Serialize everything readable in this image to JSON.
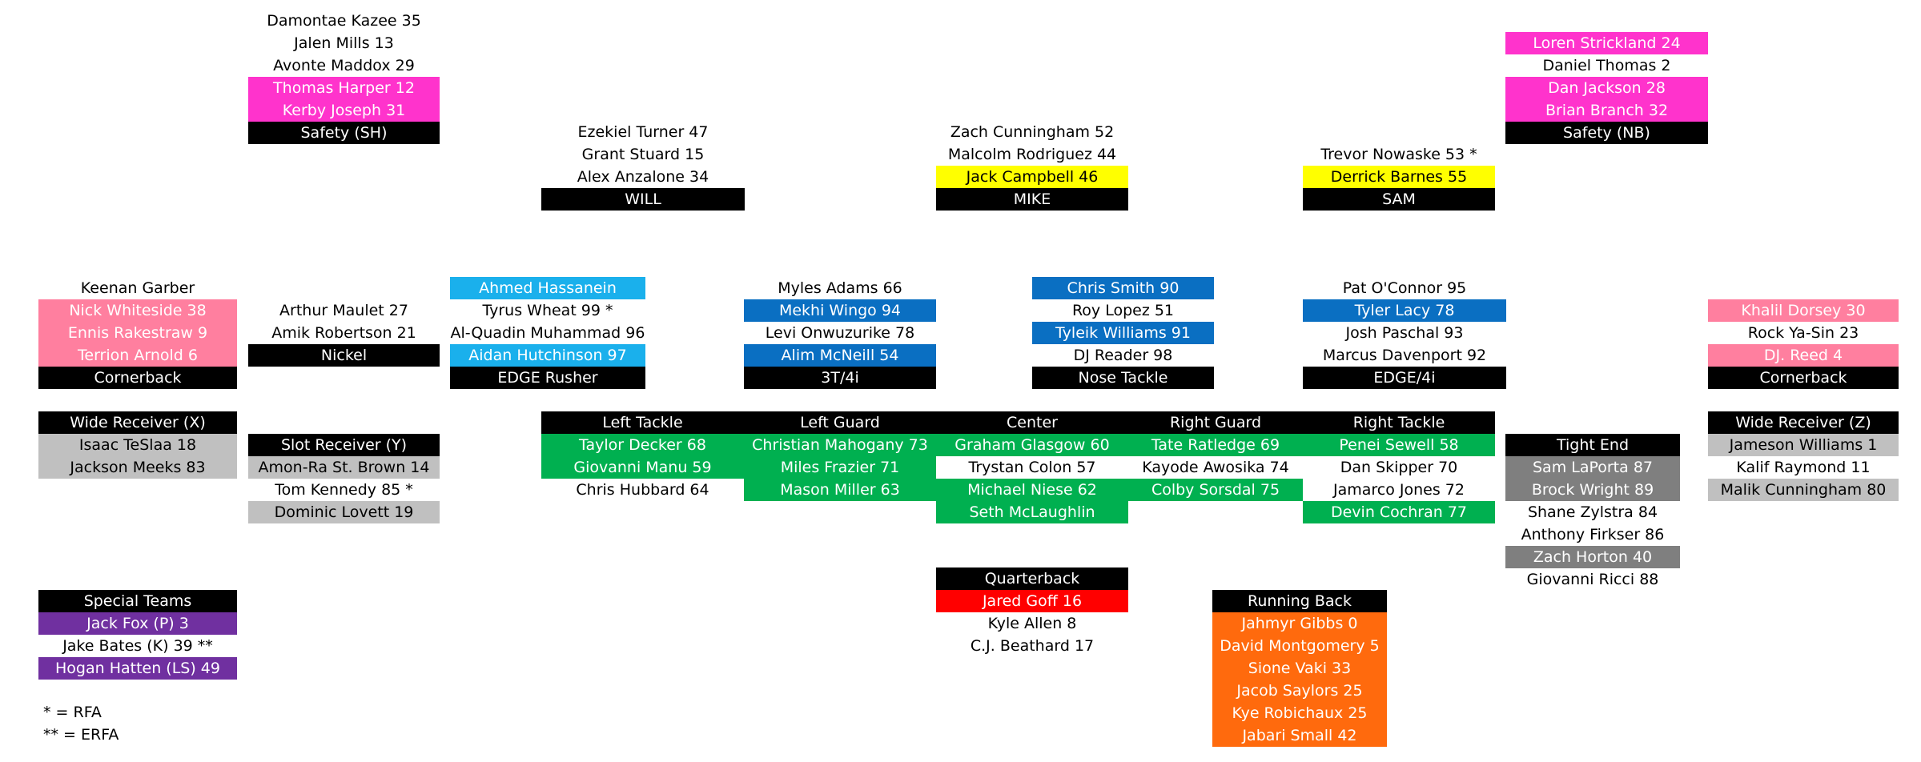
{
  "colors": {
    "black": "#000000",
    "pink": "#ff33cc",
    "salmon": "#ff7f9f",
    "light_blue": "#1ab0ec",
    "dark_blue": "#0a6fc2",
    "green": "#00b050",
    "light_gray": "#c0c0c0",
    "dark_gray": "#7f7f7f",
    "yellow": "#ffff00",
    "red": "#ff0000",
    "orange": "#ff6a0d",
    "purple": "#7030a0"
  },
  "groups": {
    "safety_sh": {
      "rows": [
        "Damontae Kazee 35",
        "Jalen Mills 13",
        "Avonte Maddox 29",
        "Thomas Harper 12",
        "Kerby Joseph 31",
        "Safety (SH)"
      ]
    },
    "safety_nb": {
      "rows": [
        "Loren Strickland 24",
        "Daniel Thomas 2",
        "Dan Jackson 28",
        "Brian Branch 32",
        "Safety (NB)"
      ]
    },
    "will": {
      "rows": [
        "Ezekiel Turner 47",
        "Grant Stuard 15",
        "Alex Anzalone 34",
        "WILL"
      ]
    },
    "mike": {
      "rows": [
        "Zach Cunningham 52",
        "Malcolm Rodriguez 44",
        "Jack Campbell 46",
        "MIKE"
      ]
    },
    "sam": {
      "rows": [
        "Trevor Nowaske 53 *",
        "Derrick Barnes 55",
        "SAM"
      ]
    },
    "cornerback_left": {
      "rows": [
        "Keenan Garber",
        "Nick Whiteside 38",
        "Ennis Rakestraw 9",
        "Terrion Arnold 6",
        "Cornerback"
      ]
    },
    "nickel": {
      "rows": [
        "Arthur Maulet 27",
        "Amik Robertson 21",
        "Nickel"
      ]
    },
    "edge_rusher": {
      "rows": [
        "Ahmed Hassanein",
        "Tyrus Wheat 99 *",
        "Al-Quadin Muhammad 96",
        "Aidan Hutchinson 97",
        "EDGE Rusher"
      ]
    },
    "three_tech": {
      "rows": [
        "Myles Adams 66",
        "Mekhi Wingo 94",
        "Levi Onwuzurike 78",
        "Alim McNeill 54",
        "3T/4i"
      ]
    },
    "nose_tackle": {
      "rows": [
        "Chris Smith 90",
        "Roy Lopez 51",
        "Tyleik Williams 91",
        "DJ Reader 98",
        "Nose Tackle"
      ]
    },
    "edge_4i": {
      "rows": [
        "Pat O'Connor 95",
        "Tyler Lacy 78",
        "Josh Paschal 93",
        "Marcus Davenport 92",
        "EDGE/4i"
      ]
    },
    "cornerback_right": {
      "rows": [
        "Khalil Dorsey 30",
        "Rock Ya-Sin 23",
        "DJ. Reed 4",
        "Cornerback"
      ]
    },
    "wr_x": {
      "rows": [
        "Wide Receiver (X)",
        "Isaac TeSlaa 18",
        "Jackson Meeks 83"
      ]
    },
    "wr_y": {
      "rows": [
        "Slot Receiver (Y)",
        "Amon-Ra St. Brown 14",
        "Tom Kennedy 85 *",
        "Dominic Lovett 19"
      ]
    },
    "left_tackle": {
      "rows": [
        "Left Tackle",
        "Taylor Decker 68",
        "Giovanni Manu 59",
        "Chris Hubbard 64"
      ]
    },
    "left_guard": {
      "rows": [
        "Left Guard",
        "Christian Mahogany 73",
        "Miles Frazier 71",
        "Mason Miller 63"
      ]
    },
    "center": {
      "rows": [
        "Center",
        "Graham Glasgow 60",
        "Trystan Colon 57",
        "Michael Niese 62",
        "Seth McLaughlin"
      ]
    },
    "right_guard": {
      "rows": [
        "Right Guard",
        "Tate Ratledge 69",
        "Kayode Awosika 74",
        "Colby Sorsdal 75"
      ]
    },
    "right_tackle": {
      "rows": [
        "Right Tackle",
        "Penei Sewell 58",
        "Dan Skipper 70",
        "Jamarco Jones 72",
        "Devin Cochran 77"
      ]
    },
    "tight_end": {
      "rows": [
        "Tight End",
        "Sam LaPorta 87",
        "Brock Wright 89",
        "Shane Zylstra 84",
        "Anthony Firkser 86",
        "Zach Horton 40",
        "Giovanni Ricci 88"
      ]
    },
    "wr_z": {
      "rows": [
        "Wide Receiver (Z)",
        "Jameson Williams 1",
        "Kalif Raymond 11",
        "Malik Cunningham 80"
      ]
    },
    "quarterback": {
      "rows": [
        "Quarterback",
        "Jared Goff 16",
        "Kyle Allen 8",
        "C.J. Beathard 17"
      ]
    },
    "running_back": {
      "rows": [
        "Running Back",
        "Jahmyr Gibbs 0",
        "David Montgomery 5",
        "Sione Vaki 33",
        "Jacob Saylors 25",
        "Kye Robichaux 25",
        "Jabari Small 42"
      ]
    },
    "special_teams": {
      "rows": [
        "Special Teams",
        "Jack Fox (P) 3",
        "Jake Bates (K) 39 **",
        "Hogan Hatten (LS) 49"
      ]
    }
  },
  "legend": [
    "* = RFA",
    "** = ERFA"
  ]
}
